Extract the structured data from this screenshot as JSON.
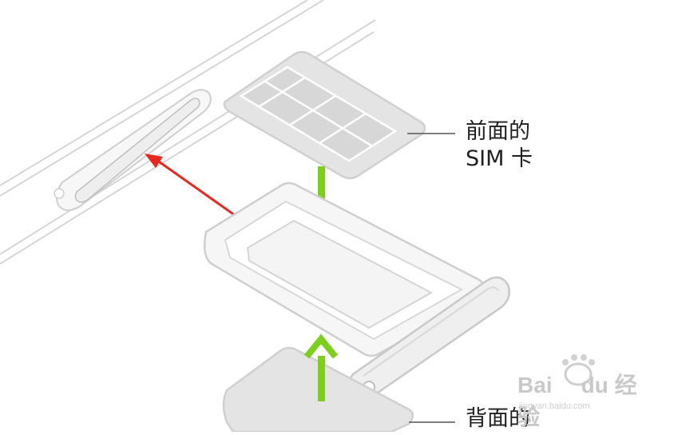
{
  "callouts": {
    "front_line1": "前面的",
    "front_line2": "SIM 卡",
    "back_line1": "背面的"
  },
  "watermark": {
    "brand": "Bai",
    "brand_suffix": "du 经验",
    "site": "jingyan.baidu.com"
  },
  "icons": {
    "insert_arrow_top": "green-down-arrow-icon",
    "insert_arrow_bottom": "green-up-arrow-icon",
    "pointer_arrow": "red-pointer-arrow-icon",
    "watermark_paw": "baidu-paw-icon"
  },
  "colors": {
    "outline": "#d3d3d3",
    "fill_light": "#f2f2f2",
    "sim_fill": "#e6e6e6",
    "accent_green": "#7ccf1c",
    "accent_red": "#e8281e",
    "text": "#1f1f1f"
  }
}
